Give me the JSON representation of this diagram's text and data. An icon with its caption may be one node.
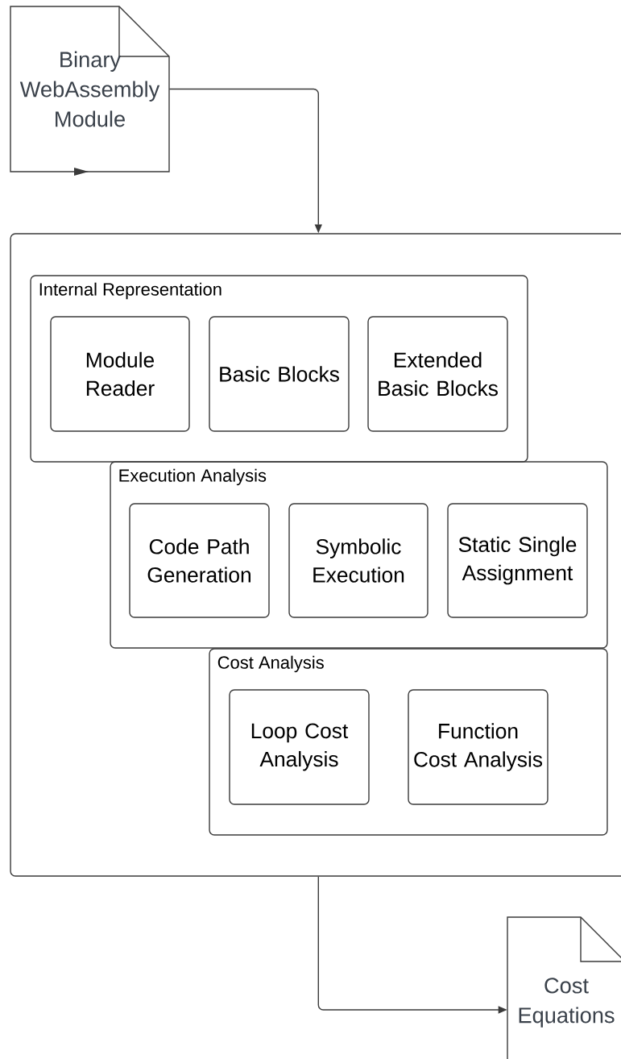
{
  "diagram": {
    "nodes": [
      {
        "text": [
          "Binary WebAssembly Module"
        ]
      },
      {
        "text": [],
        "shape": "box"
      },
      {
        "text": [
          "Internal Representation"
        ],
        "in": 1
      },
      {
        "text": [
          "Module Reader"
        ],
        "in": 2
      },
      {
        "text": [
          "Basic Blocks"
        ],
        "in": 2
      },
      {
        "text": [
          "Extended Basic Blocks"
        ],
        "in": 2
      },
      {
        "text": [
          "Execution Analysis"
        ],
        "in": 1
      },
      {
        "text": [
          "Code Path Generation"
        ],
        "in": 6
      },
      {
        "text": [
          "Symbolic Execution"
        ],
        "in": 6
      },
      {
        "text": [
          "Static Single Assignment"
        ],
        "in": 6
      },
      {
        "text": [
          "Cost Analysis"
        ],
        "in": 1
      },
      {
        "text": [
          "Loop Cost Analysis"
        ],
        "in": 10
      },
      {
        "text": [
          "Function Cost Analysis"
        ],
        "in": 10
      },
      {
        "text": [
          "Cost Equations"
        ]
      }
    ],
    "edges": [
      {
        "from": 0,
        "to": 1,
        "arrow": "to"
      },
      {
        "from": 1,
        "to": 13,
        "arrow": "to"
      }
    ]
  }
}
